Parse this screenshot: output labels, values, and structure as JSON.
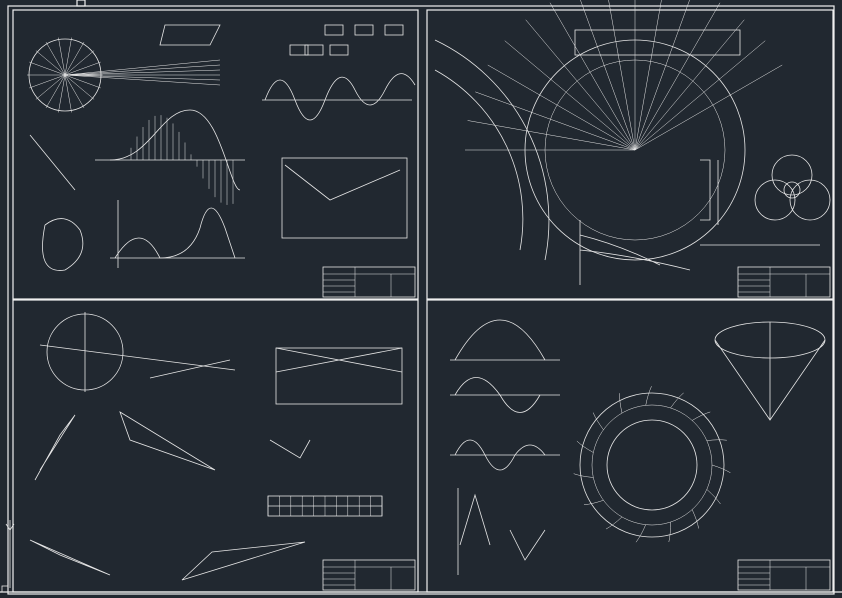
{
  "colors": {
    "background": "#212830",
    "lines": "#e6e6e6"
  },
  "sheets": [
    {
      "id": "top-left"
    },
    {
      "id": "top-right"
    },
    {
      "id": "bottom-left"
    },
    {
      "id": "bottom-right"
    }
  ]
}
